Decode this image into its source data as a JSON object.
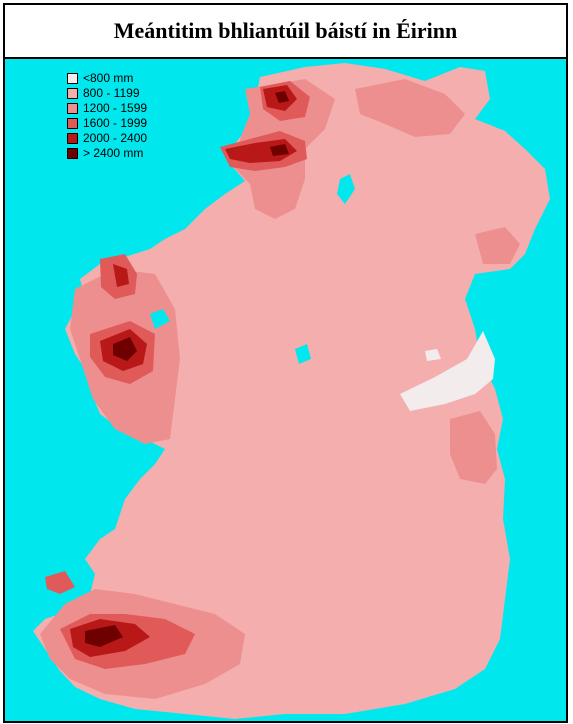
{
  "title": "Meántitim bhliantúil báistí in Éirinn",
  "colors": {
    "sea": "#00e8ee",
    "lt800": "#f3ecec",
    "r800_1199": "#f4aeae",
    "r1200_1599": "#ee8f8f",
    "r1600_1999": "#e05a5a",
    "r2000_2400": "#b81818",
    "gt2400": "#6e0000"
  },
  "legend": {
    "items": [
      {
        "label": "<800 mm",
        "color": "#f3ecec"
      },
      {
        "label": "800 - 1199",
        "color": "#f4aeae"
      },
      {
        "label": "1200 - 1599",
        "color": "#ee8f8f"
      },
      {
        "label": "1600 - 1999",
        "color": "#e05a5a"
      },
      {
        "label": "2000 - 2400",
        "color": "#b81818"
      },
      {
        "label": "> 2400 mm",
        "color": "#6e0000"
      }
    ]
  }
}
